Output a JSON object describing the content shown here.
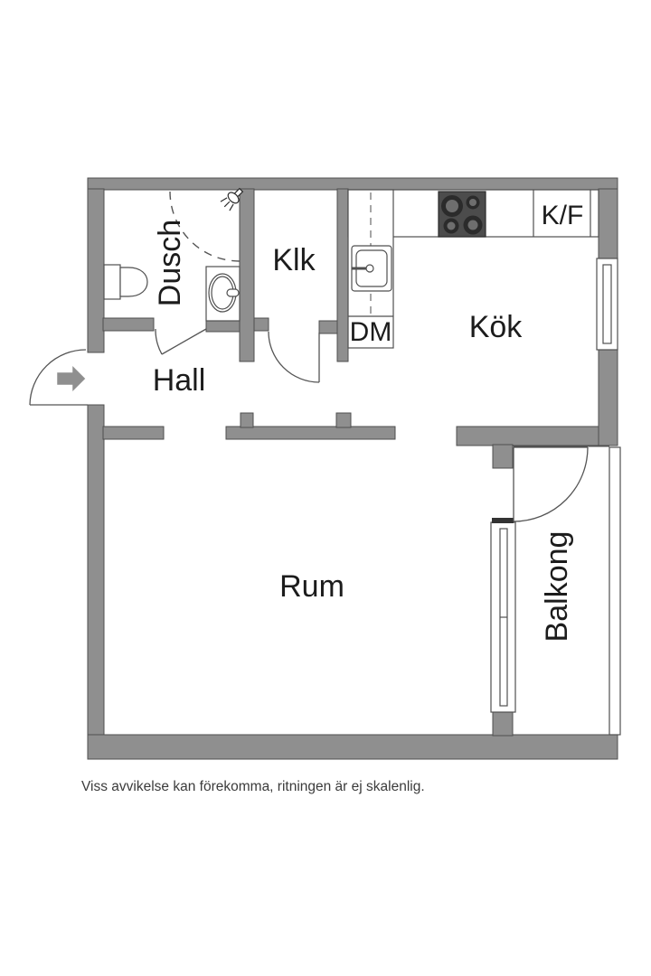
{
  "plan": {
    "rooms": {
      "dusch": "Dusch",
      "klk": "Klk",
      "kok": "Kök",
      "hall": "Hall",
      "rum": "Rum",
      "balkong": "Balkong"
    },
    "appliances": {
      "kf": "K/F",
      "dm": "DM"
    },
    "disclaimer": "Viss avvikelse kan förekomma, ritningen är ej skalenlig.",
    "icons": {
      "entrance": "entrance-arrow-icon",
      "shower": "shower-head-icon",
      "toilet": "toilet-icon",
      "bathroom_sink": "bathroom-sink-icon",
      "kitchen_sink": "kitchen-sink-icon",
      "stove": "stove-icon"
    },
    "colors": {
      "wall": "#8f8f8f",
      "outline": "#4f4f4f",
      "text": "#1c1c1c",
      "stove_body": "#4c4c4c",
      "burner_ring": "#2b2b2b",
      "burner_center": "#6e6e6e"
    }
  }
}
